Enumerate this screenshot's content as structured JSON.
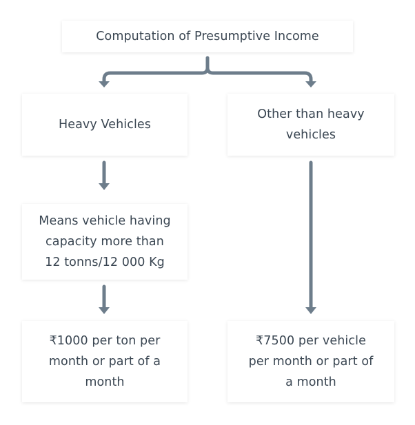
{
  "root": {
    "label": "Computation of Presumptive Income"
  },
  "branches": [
    {
      "category": "Heavy Vehicles",
      "definition": "Means vehicle having\ncapacity more than\n12 tonns/12 000 Kg",
      "rate": "₹1000 per ton per\nmonth or part of a\nmonth"
    },
    {
      "category": "Other than heavy\nvehicles",
      "rate": "₹7500 per vehicle\nper month or part of\na month"
    }
  ],
  "colors": {
    "connector": "#6d7d8b",
    "text": "#3a4652",
    "box_background": "#ffffff"
  }
}
